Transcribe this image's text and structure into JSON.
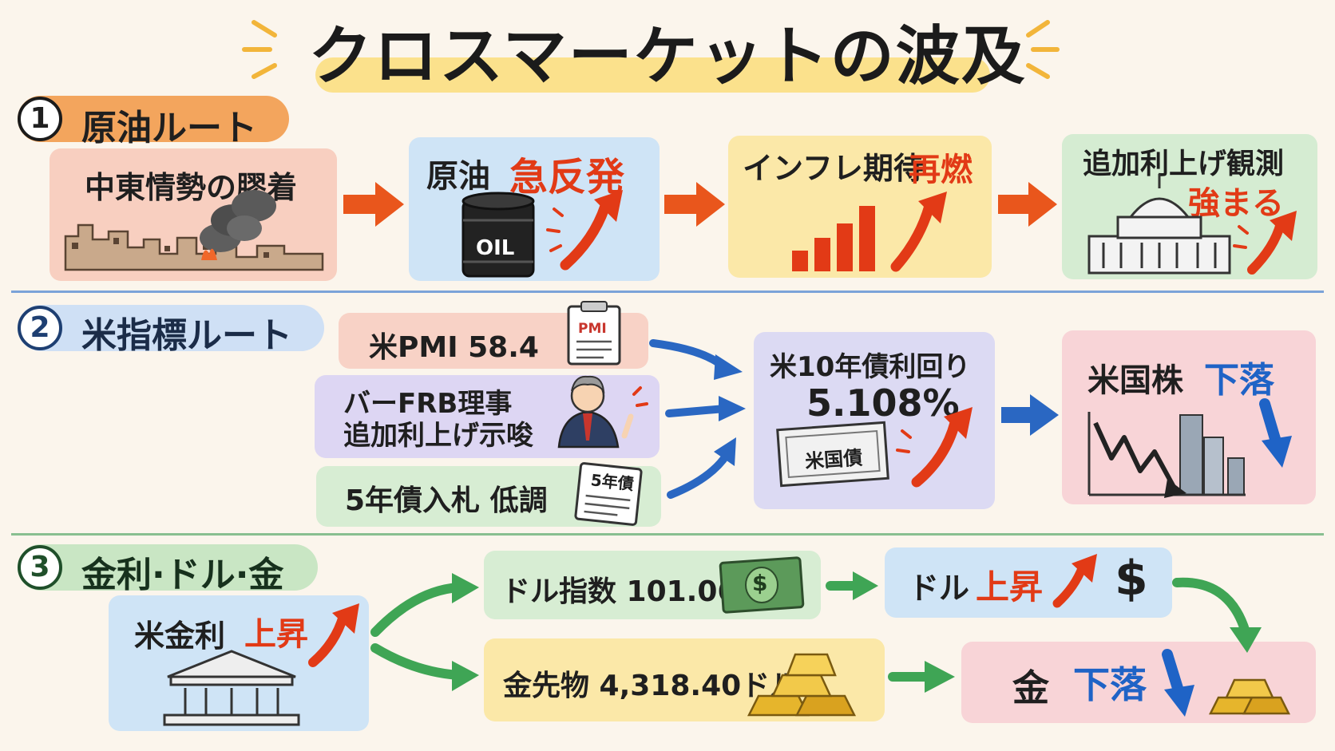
{
  "title": "クロスマーケットの波及",
  "sections": {
    "oil": {
      "number": "1",
      "label": "原油ルート",
      "cause": "中東情勢の膠着",
      "crude_label": "原油",
      "crude_move": "急反発",
      "barrel_text": "OIL",
      "inflation_label": "インフレ期待",
      "inflation_move": "再燃",
      "hike_label": "追加利上げ観測",
      "hike_move": "強まる"
    },
    "us_indicators": {
      "number": "2",
      "label": "米指標ルート",
      "pmi": "米PMI 58.4",
      "pmi_doc": "PMI",
      "frb_line1": "バーFRB理事",
      "frb_line2": "追加利上げ示唆",
      "auction": "5年債入札 低調",
      "auction_doc": "5年債",
      "yield_label": "米10年債利回り",
      "yield_value": "5.108%",
      "bond_text": "米国債",
      "stocks_label": "米国株",
      "stocks_move": "下落"
    },
    "rates_dollar_gold": {
      "number": "3",
      "label": "金利·ドル·金",
      "rates_label": "米金利",
      "rates_move": "上昇",
      "dollar_index": "ドル指数 101.06",
      "bill_symbol": "$",
      "dollar_label": "ドル",
      "dollar_move": "上昇",
      "dollar_sign": "$",
      "gold_futures": "金先物 4,318.40ドル",
      "gold_label": "金",
      "gold_move": "下落"
    }
  },
  "colors": {
    "arrow_orange": "#e9561c",
    "arrow_blue": "#2a67c2",
    "arrow_green": "#3fa555",
    "up_red": "#e23a16",
    "down_blue": "#1f63c6",
    "section1": "#f3a55d",
    "section2": "#cfe0f5",
    "section3": "#c9e6c4"
  }
}
